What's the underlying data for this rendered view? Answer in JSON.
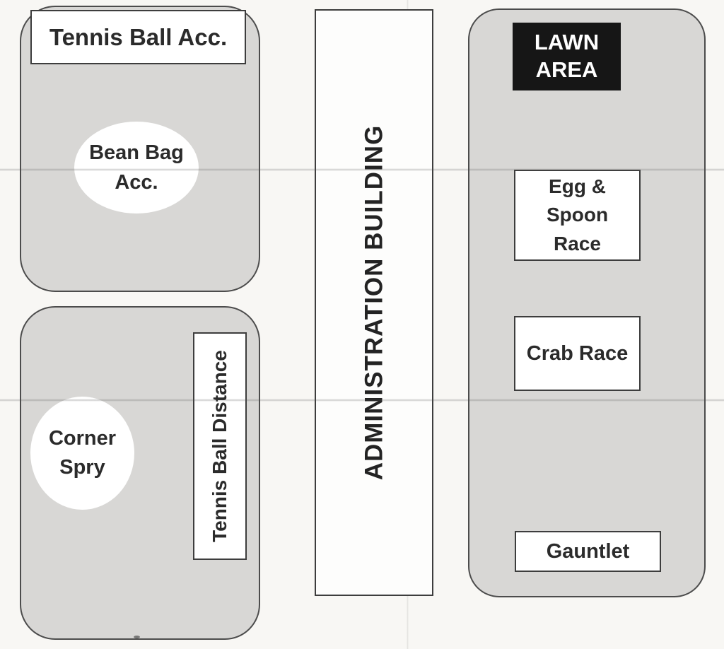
{
  "map": {
    "left_top_zone": {
      "header_label": "Tennis Ball Acc.",
      "ellipse_label": "Bean Bag Acc."
    },
    "left_bottom_zone": {
      "circle_label": "Corner Spry",
      "side_label": "Tennis Ball Distance"
    },
    "center_building": {
      "label": "ADMINISTRATION BUILDING"
    },
    "right_zone": {
      "header_label": "LAWN AREA",
      "stations": [
        "Egg & Spoon Race",
        "Crab Race",
        "Gauntlet"
      ]
    }
  },
  "colors": {
    "page_bg": "#f8f7f4",
    "zone_fill": "#d8d7d5",
    "zone_border": "#4c4c4c",
    "label_bg": "#ffffff",
    "label_border": "#3d3d3d",
    "ink": "#2b2b2b",
    "lawn_sign_bg": "#161616",
    "lawn_sign_text": "#ffffff"
  }
}
